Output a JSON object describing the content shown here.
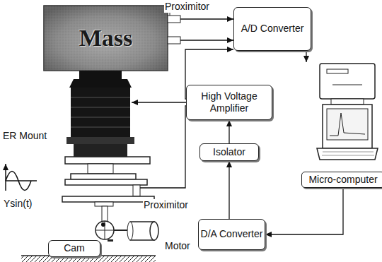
{
  "diagram": {
    "nodes": [
      {
        "text": [
          "Mass"
        ]
      },
      {
        "text": [
          "A/D Converter"
        ]
      },
      {
        "text": [
          "High Voltage Amplifier"
        ]
      },
      {
        "text": [
          "Isolator"
        ]
      },
      {
        "text": [
          "D/A Converter"
        ]
      },
      {
        "text": [
          "Micro-computer"
        ]
      },
      {
        "text": [
          "Cam"
        ]
      }
    ],
    "edges": [
      {
        "from": 1,
        "to": 5,
        "arrow": "to"
      },
      {
        "from": 5,
        "to": 4,
        "arrow": "to"
      },
      {
        "from": 4,
        "to": 3,
        "arrow": "to"
      },
      {
        "from": 3,
        "to": 2,
        "arrow": "to"
      }
    ],
    "labels": [
      "Proximitor",
      "ER Mount",
      "Proximitor",
      "Ysin(t)",
      "Motor"
    ]
  }
}
